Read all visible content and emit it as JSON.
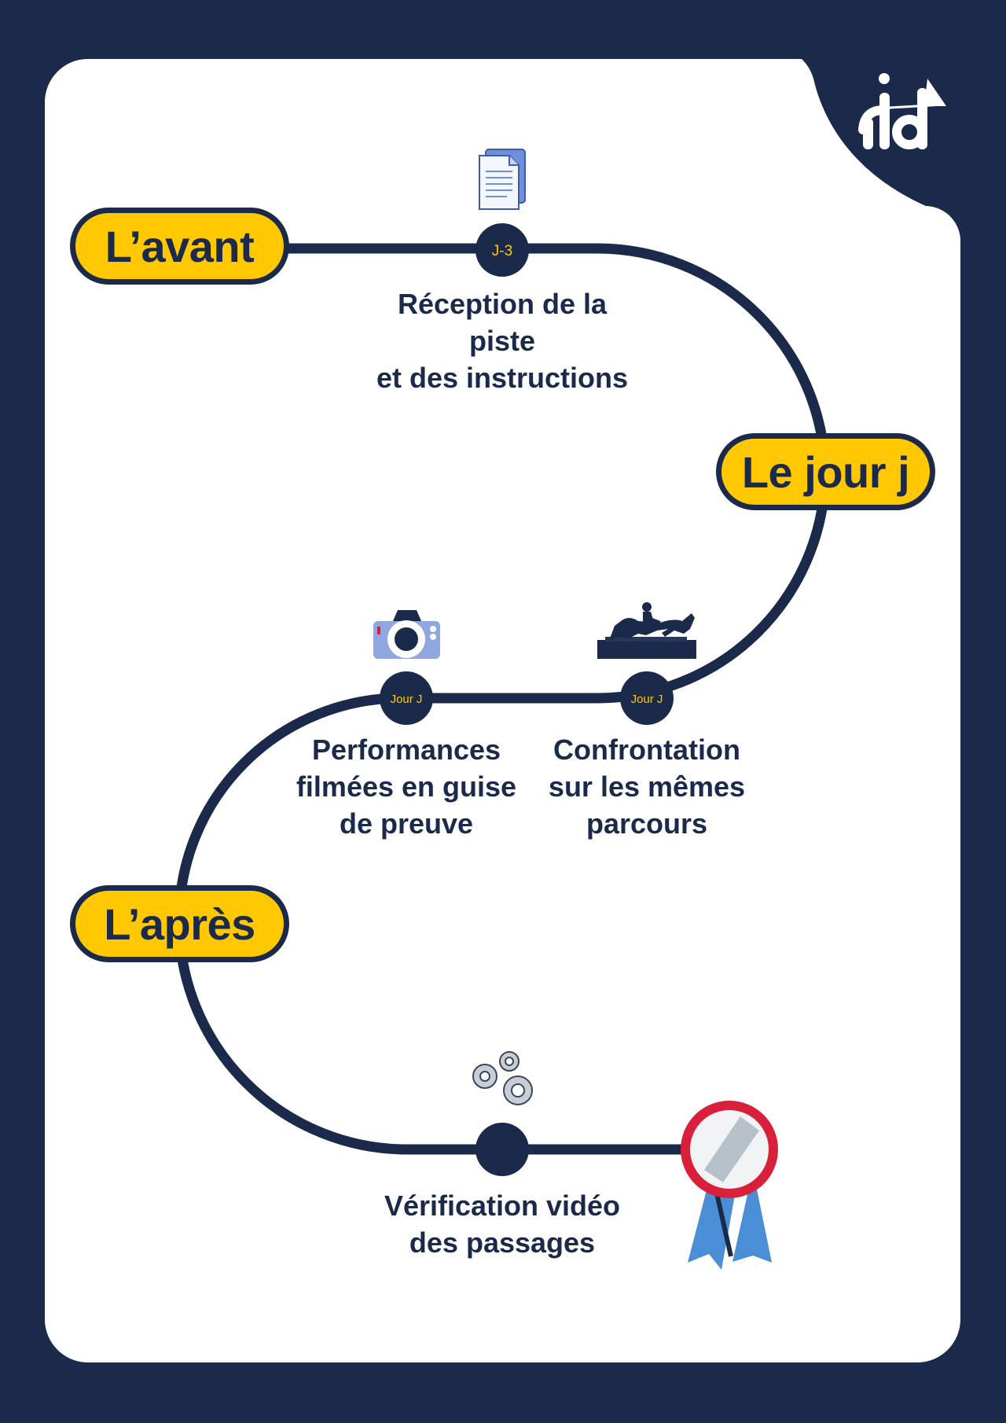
{
  "logo": {
    "text": "rid"
  },
  "phases": {
    "avant": "L’avant",
    "jour": "Le jour j",
    "apres": "L’après"
  },
  "steps": [
    {
      "badge": "J-3",
      "text": "Réception de la\npiste\net des instructions",
      "icon": "document-icon"
    },
    {
      "badge": "Jour J",
      "text": "Confrontation\nsur les mêmes\nparcours",
      "icon": "show-jumping-horse-icon"
    },
    {
      "badge": "Jour J",
      "text": "Performances\nfilmées en guise\nde preuve",
      "icon": "camera-icon"
    },
    {
      "badge": "",
      "text": "Vérification vidéo\ndes passages",
      "icon": "gears-icon"
    }
  ],
  "end_icon": "award-rosette-icon",
  "colors": {
    "navy": "#1b2a4a",
    "yellow": "#ffc800",
    "white": "#ffffff",
    "badge_text": "#ffc800"
  }
}
